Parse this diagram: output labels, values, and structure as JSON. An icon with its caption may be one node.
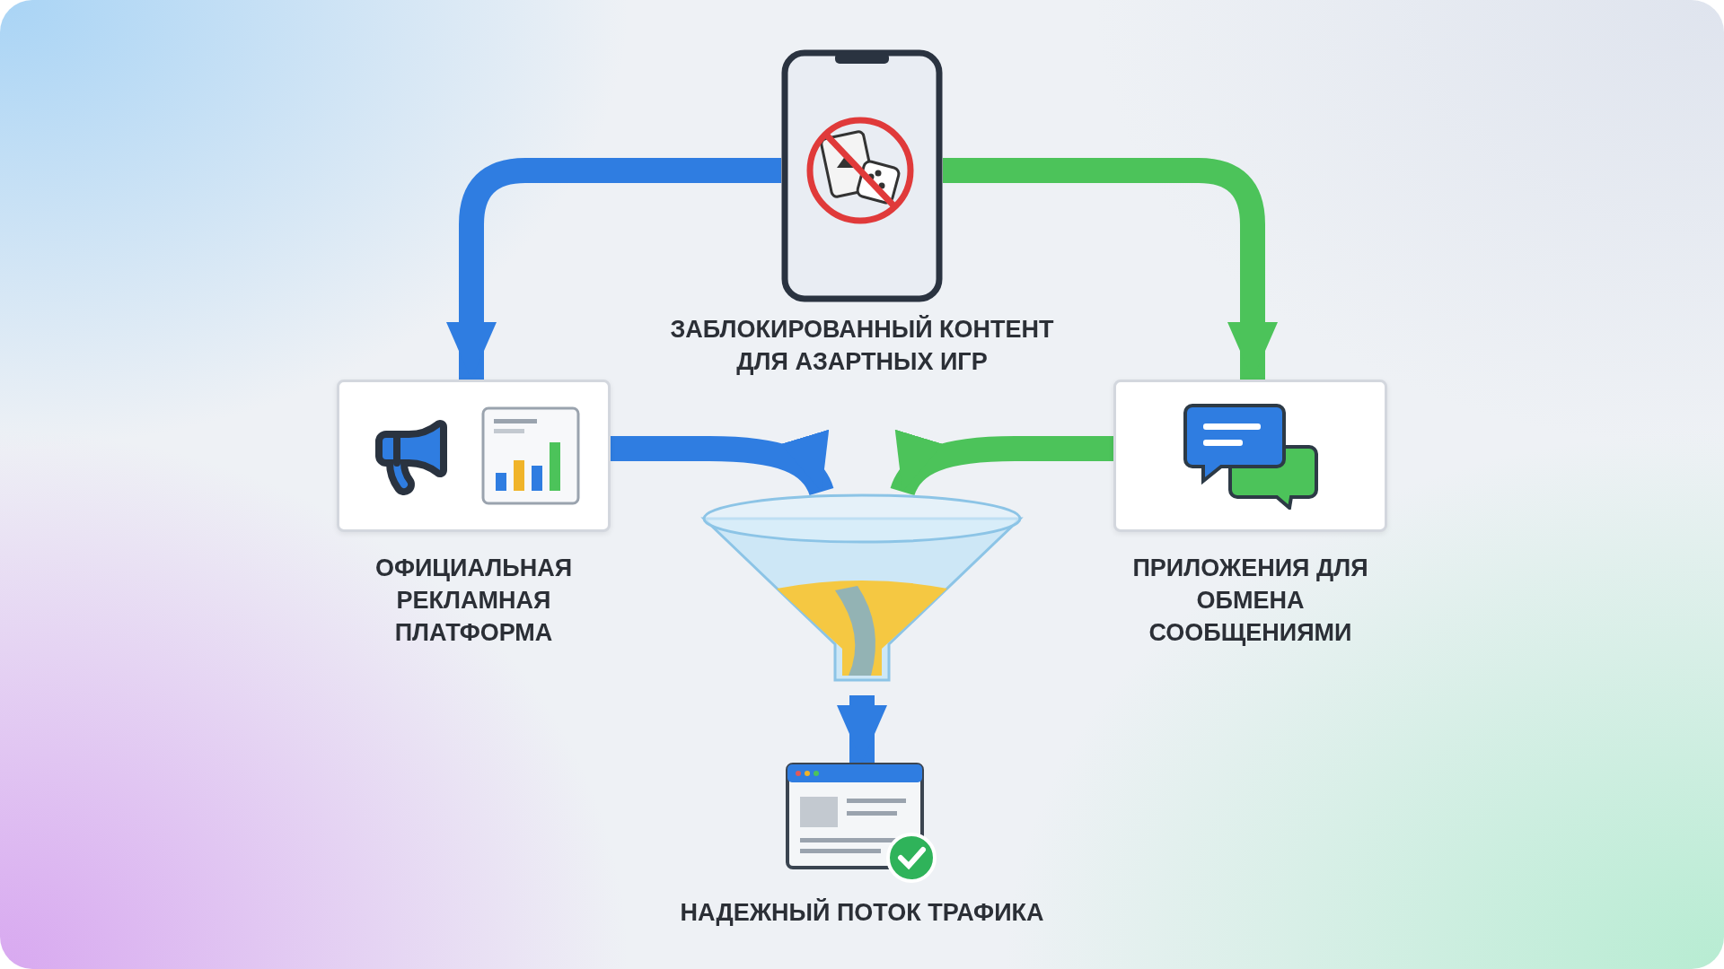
{
  "diagram": {
    "nodes": [
      {
        "text": [
          "ЗАБЛОКИРОВАННЫЙ КОНТЕНТ ДЛЯ АЗАРТНЫХ ИГР"
        ]
      },
      {
        "text": [
          "ОФИЦИАЛЬНАЯ РЕКЛАМНАЯ ПЛАТФОРМА"
        ]
      },
      {
        "text": [
          "ПРИЛОЖЕНИЯ ДЛЯ ОБМЕНА СООБЩЕНИЯМИ"
        ]
      },
      {
        "text": [],
        "shape": "picture"
      },
      {
        "text": [
          "НАДЕЖНЫЙ ПОТОК ТРАФИКА"
        ]
      }
    ],
    "edges": [
      {
        "from": 0,
        "to": 1,
        "arrow": "to"
      },
      {
        "from": 0,
        "to": 2,
        "arrow": "to",
        "color": "#4cc35a"
      },
      {
        "from": 1,
        "to": 3,
        "arrow": "to"
      },
      {
        "from": 2,
        "to": 3,
        "arrow": "to",
        "color": "#4cc35a"
      },
      {
        "from": 3,
        "to": 4,
        "arrow": "to"
      }
    ]
  }
}
